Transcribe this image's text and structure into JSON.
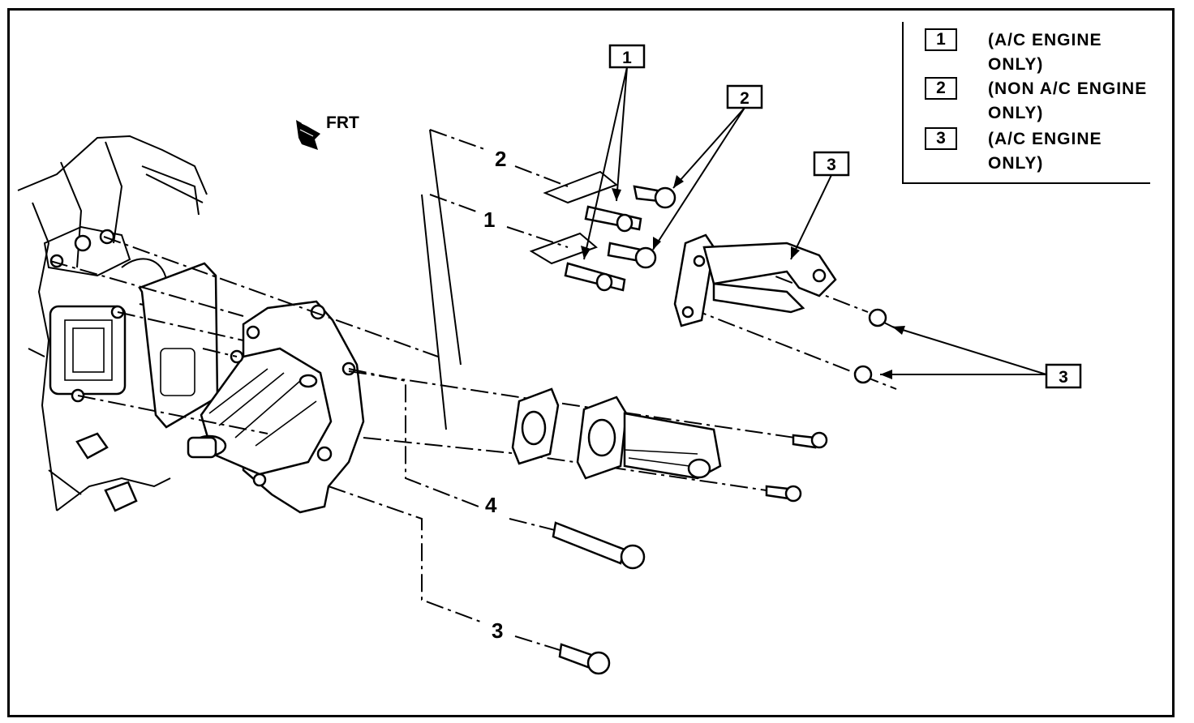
{
  "orientation": {
    "label": "FRT",
    "icon": "front-arrow-icon"
  },
  "legend": [
    {
      "key": "1",
      "text": "(A/C ENGINE ONLY)"
    },
    {
      "key": "2",
      "text": "(NON A/C ENGINE ONLY)"
    },
    {
      "key": "3",
      "text": "(A/C ENGINE ONLY)"
    }
  ],
  "callout_boxes": {
    "one": "1",
    "two": "2",
    "three_bracket": "3",
    "three_nuts": "3"
  },
  "item_numbers": {
    "stud_row_2": "2",
    "stud_row_1": "1",
    "long_bolt": "4",
    "short_bolt": "3"
  }
}
